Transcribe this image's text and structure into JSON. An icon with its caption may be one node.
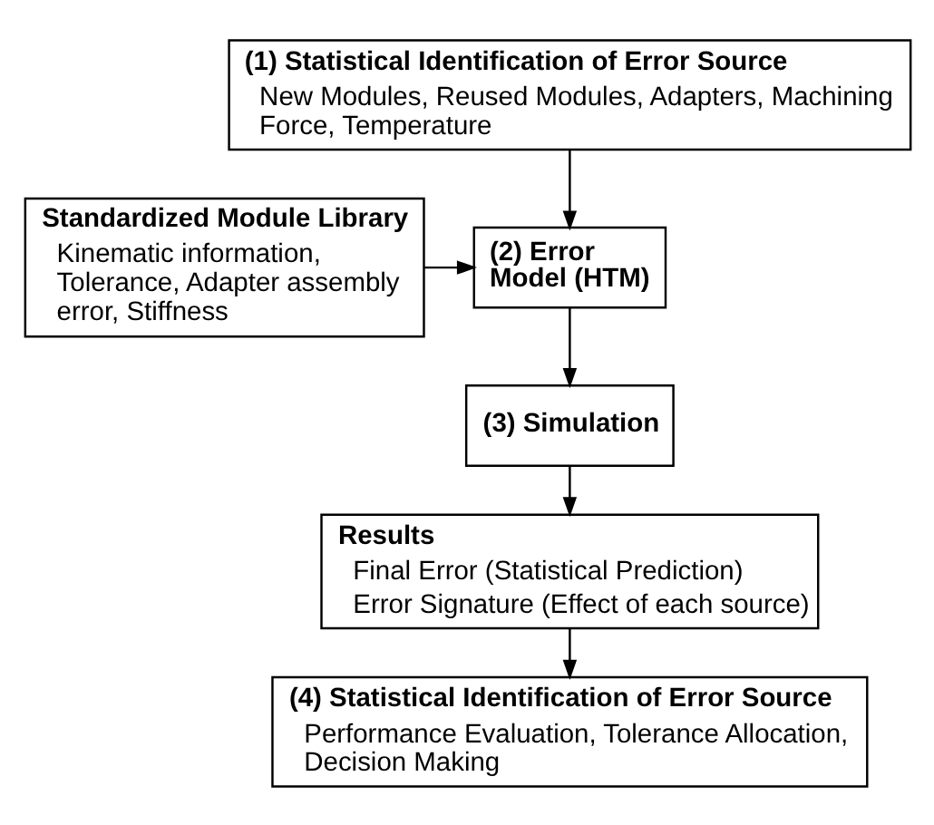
{
  "diagram": {
    "nodes": [
      {
        "text": [
          "(1) Statistical Identification of Error Source",
          "New Modules, Reused Modules, Adapters, Machining Force, Temperature"
        ]
      },
      {
        "text": [
          "(2) Error Model (HTM)"
        ]
      },
      {
        "text": [
          "Standardized Module Library",
          "Kinematic information, Tolerance, Adapter assembly error, Stiffness"
        ]
      },
      {
        "text": [
          "(3) Simulation"
        ]
      },
      {
        "text": [
          "Results",
          "Final Error (Statistical Prediction)",
          "Error Signature (Effect of each source)"
        ]
      },
      {
        "text": [
          "(4) Statistical Identification of Error Source",
          "Performance Evaluation, Tolerance Allocation, Decision Making"
        ]
      }
    ],
    "edges": [
      {
        "from": 0,
        "to": 1,
        "arrow": "to"
      },
      {
        "from": 2,
        "to": 1,
        "arrow": "to"
      },
      {
        "from": 1,
        "to": 3,
        "arrow": "to"
      },
      {
        "from": 3,
        "to": 4,
        "arrow": "to"
      },
      {
        "from": 4,
        "to": 5,
        "arrow": "to"
      }
    ]
  }
}
